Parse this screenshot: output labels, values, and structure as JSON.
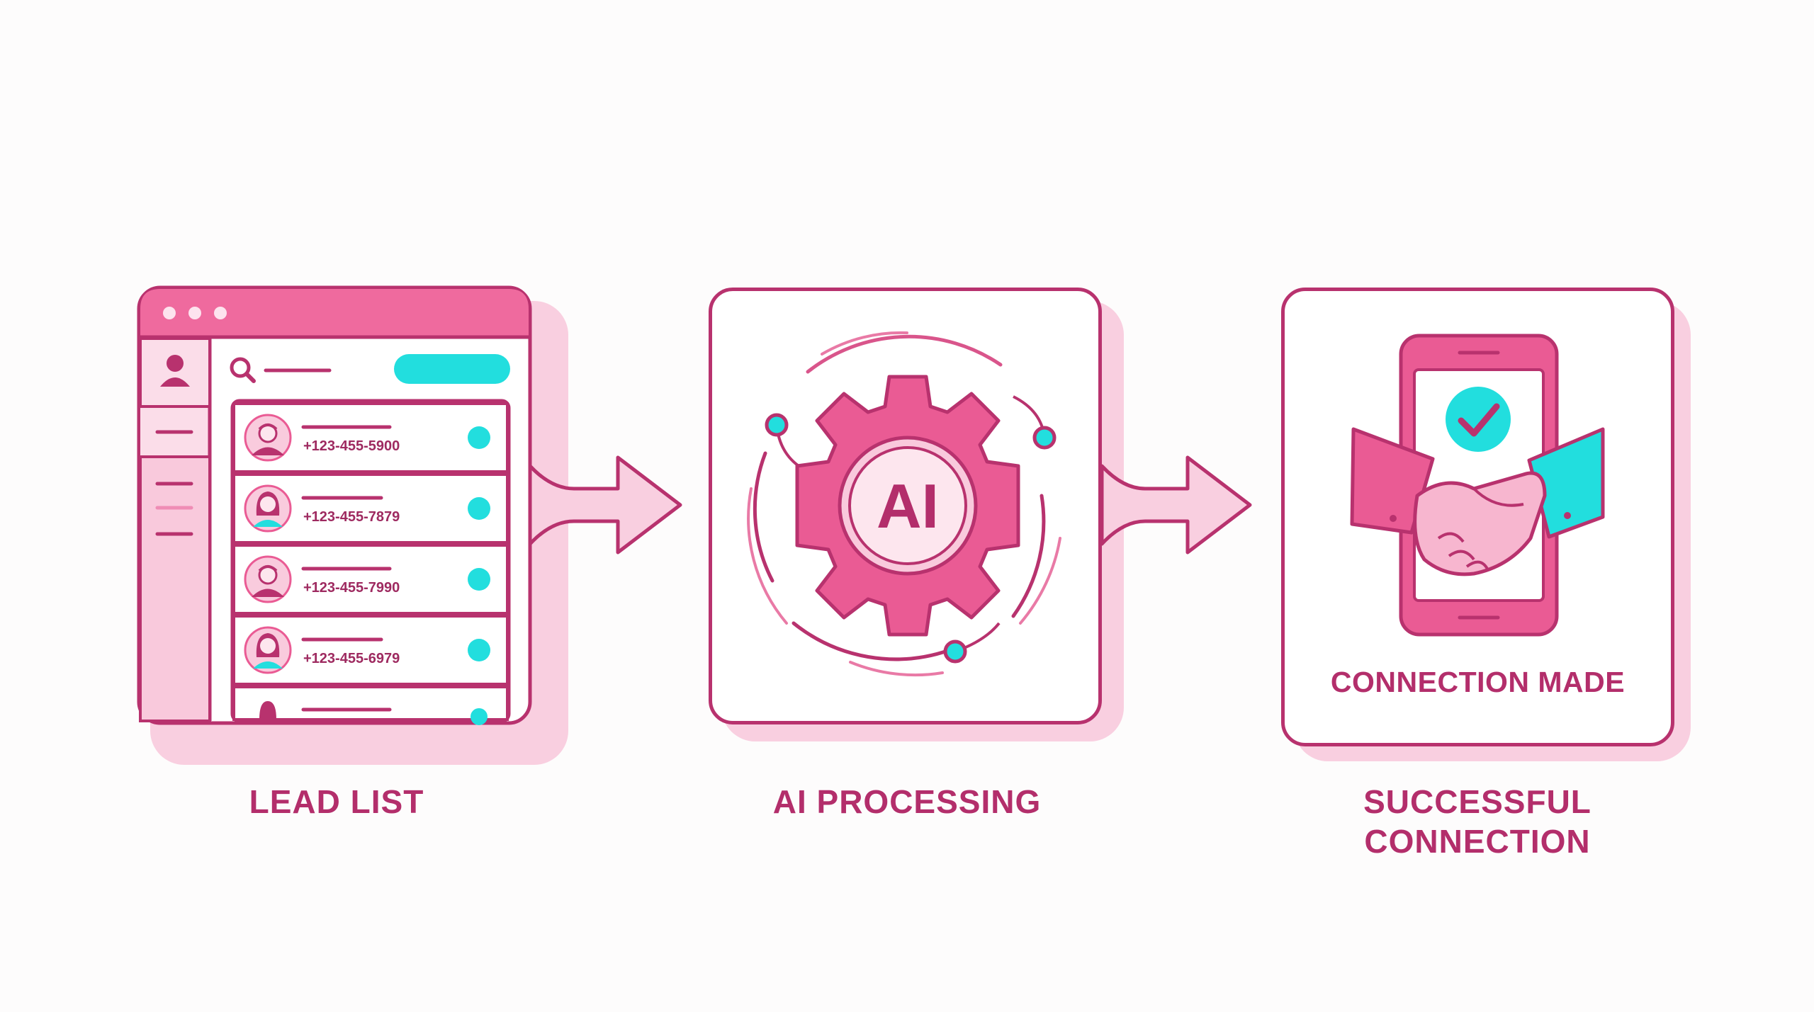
{
  "steps": [
    {
      "label": "LEAD LIST",
      "leads": [
        {
          "phone": "+123-455-5900",
          "avatar": "male-avatar-icon"
        },
        {
          "phone": "+123-455-7879",
          "avatar": "female-avatar-icon"
        },
        {
          "phone": "+123-455-7990",
          "avatar": "male-avatar-icon"
        },
        {
          "phone": "+123-455-6979",
          "avatar": "female-avatar-icon"
        }
      ]
    },
    {
      "label": "AI PROCESSING",
      "gear_text": "AI"
    },
    {
      "label_line1": "SUCCESSFUL",
      "label_line2": "CONNECTION",
      "inline_label": "CONNECTION MADE"
    }
  ],
  "colors": {
    "primary": "#b8326e",
    "accent_pink": "#ea5b94",
    "light_pink": "#f9cfe0",
    "cyan": "#22dede"
  }
}
